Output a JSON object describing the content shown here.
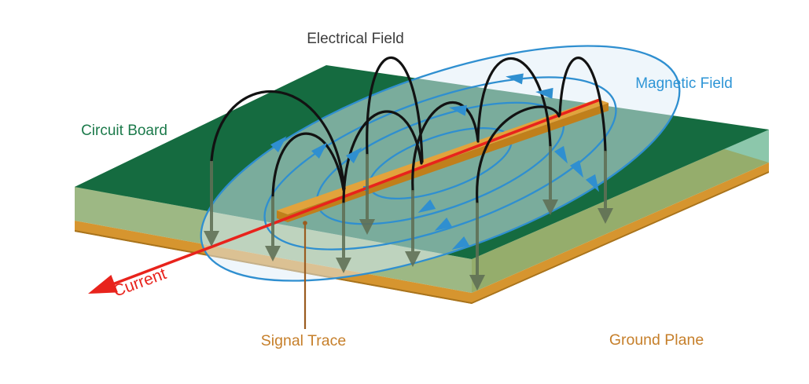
{
  "figure": {
    "description": "3D illustration of electrical and magnetic fields around a signal trace on a circuit board with ground plane",
    "labels": {
      "electrical_field": "Electrical Field",
      "magnetic_field": "Magnetic Field",
      "circuit_board": "Circuit Board",
      "current": "Current",
      "signal_trace": "Signal Trace",
      "ground_plane": "Ground Plane"
    },
    "colors": {
      "board_top": "#156b40",
      "board_face_front_left": "#9db884",
      "board_face_front_right": "#95ad6c",
      "board_face_teal": "#8cc7ab",
      "board_face_teal_left": "#6db08d",
      "ground_strip": "#d6952f",
      "ground_strip_edge": "#a8731c",
      "trace_top": "#e2a33c",
      "trace_front": "#c07f1b",
      "trace_cap": "#d0923;",
      "current_red": "#e8231c",
      "efield_line": "#121212",
      "efield_arrow": "#5f6f55",
      "bfield_blue": "#2f8fd0",
      "bfield_fill": "rgba(224,237,248,0.5)",
      "leader_line": "#9a5c20",
      "label_electrical": "#3c3c3c",
      "label_magnetic": "#2e95d6",
      "label_circuit": "#1c7a4b",
      "label_current": "#e8231c",
      "label_signal": "#c67f2a",
      "label_ground": "#c67f2a"
    }
  }
}
